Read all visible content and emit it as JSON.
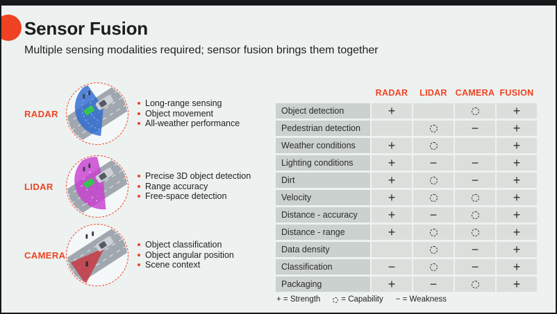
{
  "slide": {
    "title": "Sensor Fusion",
    "subtitle": "Multiple sensing modalities required; sensor fusion brings them together"
  },
  "colors": {
    "accent": "#ee4223",
    "background": "#edf1ef",
    "frame": "#16181a",
    "label_cell": "#cbd1ce",
    "value_cell": "#dadfdc",
    "radar_cone": "#2e6ad1",
    "lidar_cone": "#c83fd1",
    "camera_cone": "#c63a44"
  },
  "sensors": [
    {
      "name": "RADAR",
      "image": "radar-road-scene",
      "bullets": [
        "Long-range sensing",
        "Object movement",
        "All-weather performance"
      ]
    },
    {
      "name": "LIDAR",
      "image": "lidar-road-scene",
      "bullets": [
        "Precise 3D object detection",
        "Range accuracy",
        "Free-space detection"
      ]
    },
    {
      "name": "CAMERA",
      "image": "camera-road-scene",
      "bullets": [
        "Object classification",
        "Object angular position",
        "Scene context"
      ]
    }
  ],
  "comparison_table": {
    "columns": [
      "RADAR",
      "LIDAR",
      "CAMERA",
      "FUSION"
    ],
    "rows": [
      {
        "label": "Object detection",
        "values": [
          "+",
          "",
          "O",
          "+"
        ]
      },
      {
        "label": "Pedestrian detection",
        "values": [
          "",
          "O",
          "−",
          "+"
        ]
      },
      {
        "label": "Weather conditions",
        "values": [
          "+",
          "O",
          "",
          "+"
        ]
      },
      {
        "label": "Lighting conditions",
        "values": [
          "+",
          "−",
          "−",
          "+"
        ]
      },
      {
        "label": "Dirt",
        "values": [
          "+",
          "O",
          "−",
          "+"
        ]
      },
      {
        "label": "Velocity",
        "values": [
          "+",
          "O",
          "O",
          "+"
        ]
      },
      {
        "label": "Distance - accuracy",
        "values": [
          "+",
          "−",
          "O",
          "+"
        ]
      },
      {
        "label": "Distance - range",
        "values": [
          "+",
          "O",
          "O",
          "+"
        ]
      },
      {
        "label": "Data density",
        "values": [
          "",
          "O",
          "−",
          "+"
        ]
      },
      {
        "label": "Classification",
        "values": [
          "−",
          "O",
          "−",
          "+"
        ]
      },
      {
        "label": "Packaging",
        "values": [
          "+",
          "−",
          "O",
          "+"
        ]
      }
    ]
  },
  "legend": [
    {
      "symbol": "+",
      "meaning": "Strength"
    },
    {
      "symbol": "O",
      "meaning": "Capability"
    },
    {
      "symbol": "−",
      "meaning": "Weakness"
    }
  ]
}
